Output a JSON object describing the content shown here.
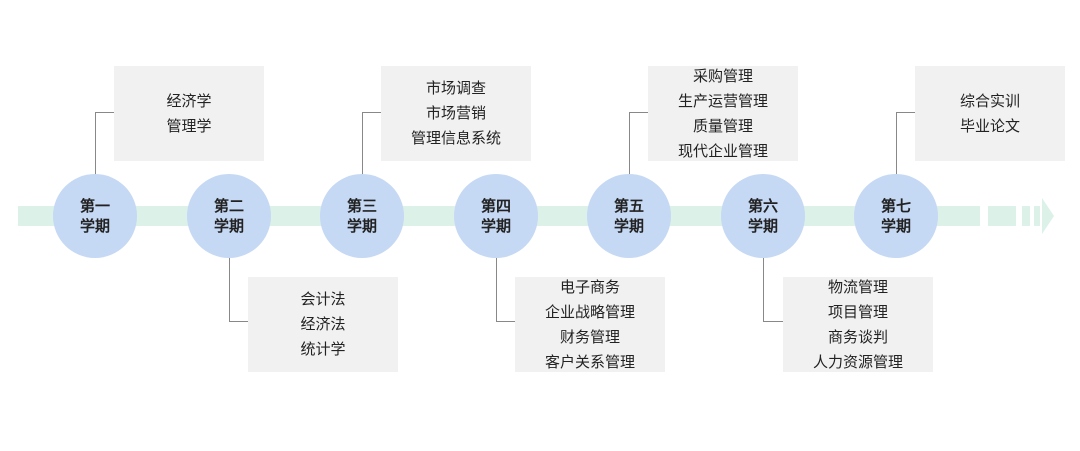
{
  "terms": [
    {
      "label_1": "第一",
      "label_2": "学期"
    },
    {
      "label_1": "第二",
      "label_2": "学期"
    },
    {
      "label_1": "第三",
      "label_2": "学期"
    },
    {
      "label_1": "第四",
      "label_2": "学期"
    },
    {
      "label_1": "第五",
      "label_2": "学期"
    },
    {
      "label_1": "第六",
      "label_2": "学期"
    },
    {
      "label_1": "第七",
      "label_2": "学期"
    }
  ],
  "courses": {
    "term1": [
      "经济学",
      "管理学"
    ],
    "term2": [
      "会计法",
      "经济法",
      "统计学"
    ],
    "term3": [
      "市场调查",
      "市场营销",
      "管理信息系统"
    ],
    "term4": [
      "电子商务",
      "企业战略管理",
      "财务管理",
      "客户关系管理"
    ],
    "term5": [
      "采购管理",
      "生产运营管理",
      "质量管理",
      "现代企业管理"
    ],
    "term6": [
      "物流管理",
      "项目管理",
      "商务谈判",
      "人力资源管理"
    ],
    "term7": [
      "综合实训",
      "毕业论文"
    ]
  }
}
